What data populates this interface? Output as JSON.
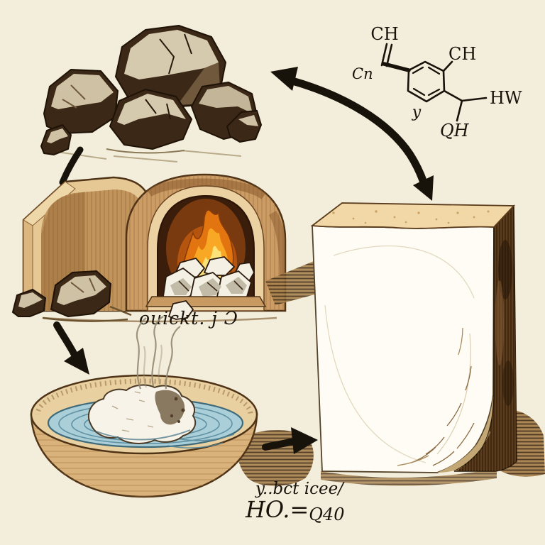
{
  "canvas": {
    "background": "#f3eedb",
    "ink": "#17120a"
  },
  "colors": {
    "fire_outer": "#e2750f",
    "fire_mid": "#f9a825",
    "fire_core": "#fde27a",
    "fire_hot": "#fff3c8",
    "water": "#aacfd8",
    "wood_light": "#ecd2a2",
    "wood_mid": "#cb9c64",
    "wood_dark": "#8a5a2c",
    "kiln_interior": "#3a1d0a",
    "rock_dark": "#3b2817",
    "rock_light": "#cfc2a4",
    "stone_white": "#f4f0e3",
    "bowl_wood": "#d9b37b",
    "bowl_rim": "#e9d0a0",
    "lump_white": "#f7f3e8",
    "block_front": "#fefcf4",
    "block_top": "#f2d8a6",
    "block_side": "#42290f",
    "erosion_tan": "#c3a876",
    "shadow": "#a8824f"
  },
  "labels": {
    "kiln_caption": "ouickt. j Ɔ",
    "product_caption": "y..bct icee/",
    "product_formula": "HO.=",
    "product_formula_sub": "Q40"
  },
  "chemistry": {
    "vinyl_top": "CH",
    "left": "Cn",
    "top_right": "CH",
    "right": "HW",
    "bottom": "QH",
    "ring": "y"
  },
  "figures": {
    "rock_pile": "limestone-rocks",
    "kiln_closed": "closed-kiln",
    "kiln_open": "burning-kiln",
    "bowl": "slaking-bowl",
    "block": "lime-block",
    "cycle": "cycle-arrow"
  }
}
